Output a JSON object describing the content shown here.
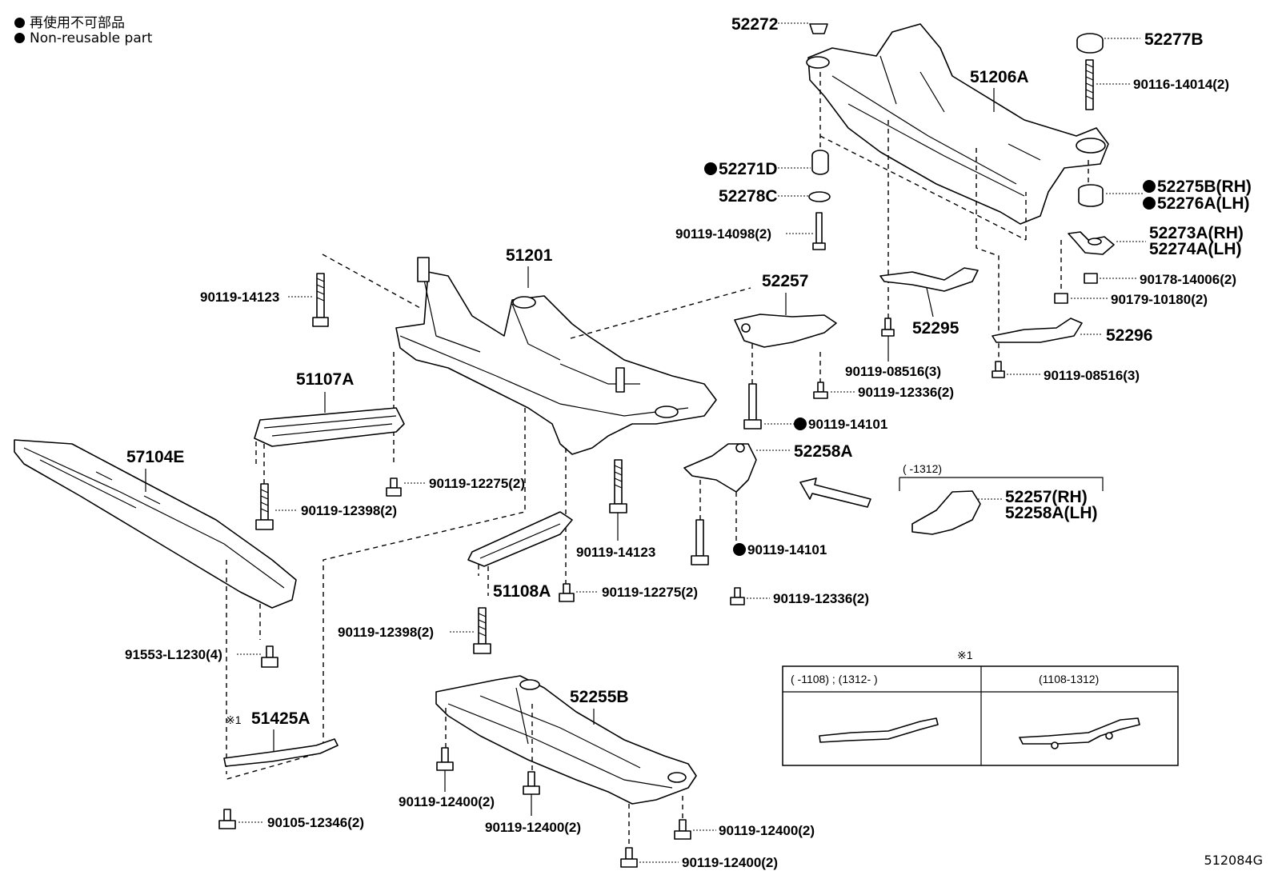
{
  "legend": {
    "line1": "再使用不可部品",
    "line2": "Non-reusable part"
  },
  "figure_id": "512084G",
  "labels": {
    "p52272": "52272",
    "p52277B": "52277B",
    "p51206A": "51206A",
    "p90116_14014": "90116-14014(2)",
    "p52271D": "52271D",
    "p52275B": "52275B(RH)",
    "p52276A": "52276A(LH)",
    "p52278C": "52278C",
    "p52273A": "52273A(RH)",
    "p52274A": "52274A(LH)",
    "p90119_14098": "90119-14098(2)",
    "p90178_14006": "90178-14006(2)",
    "p90179_10180": "90179-10180(2)",
    "p51201": "51201",
    "p52257": "52257",
    "p52295": "52295",
    "p52296": "52296",
    "p90119_14123a": "90119-14123",
    "p90119_08516a": "90119-08516(3)",
    "p90119_08516b": "90119-08516(3)",
    "p90119_12336a": "90119-12336(2)",
    "p51107A": "51107A",
    "p90119_14101a": "90119-14101",
    "p52258A": "52258A",
    "p57104E": "57104E",
    "p90119_12275a": "90119-12275(2)",
    "range_top": "(     -1312)",
    "p52257RH": "52257(RH)",
    "p52258ALH": "52258A(LH)",
    "p90119_12398a": "90119-12398(2)",
    "p90119_14123b": "90119-14123",
    "p90119_14101b": "90119-14101",
    "p51108A": "51108A",
    "p90119_12275b": "90119-12275(2)",
    "p90119_12336b": "90119-12336(2)",
    "p90119_12398b": "90119-12398(2)",
    "p91553": "91553-L1230(4)",
    "note_mark": "※1",
    "p52255B": "52255B",
    "p51425A": "51425A",
    "note_mark_small": "※1",
    "p90119_12400a": "90119-12400(2)",
    "p90119_12400b": "90119-12400(2)",
    "p90119_12400c": "90119-12400(2)",
    "p90119_12400d": "90119-12400(2)",
    "p90105_12346": "90105-12346(2)"
  },
  "inset_table": {
    "col1_header": "(     -1108) ; (1312-     )",
    "col2_header": "(1108-1312)"
  }
}
